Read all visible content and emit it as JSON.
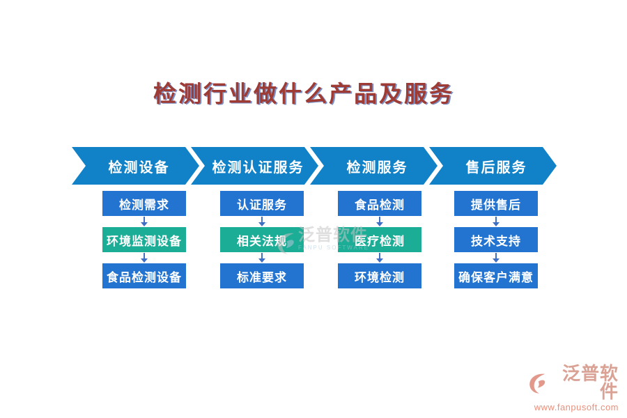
{
  "title": "检测行业做什么产品及服务",
  "flow": {
    "stages": [
      {
        "label": "检测设备",
        "items": [
          {
            "label": "检测需求",
            "accent": "blue"
          },
          {
            "label": "环境监测设备",
            "accent": "teal"
          },
          {
            "label": "食品检测设备",
            "accent": "blue"
          }
        ]
      },
      {
        "label": "检测认证服务",
        "items": [
          {
            "label": "认证服务",
            "accent": "blue"
          },
          {
            "label": "相关法规",
            "accent": "teal"
          },
          {
            "label": "标准要求",
            "accent": "blue"
          }
        ]
      },
      {
        "label": "检测服务",
        "items": [
          {
            "label": "食品检测",
            "accent": "blue"
          },
          {
            "label": "医疗检测",
            "accent": "teal"
          },
          {
            "label": "环境检测",
            "accent": "blue"
          }
        ]
      },
      {
        "label": "售后服务",
        "items": [
          {
            "label": "提供售后",
            "accent": "blue"
          },
          {
            "label": "技术支持",
            "accent": "blue"
          },
          {
            "label": "确保客户满意",
            "accent": "blue"
          }
        ]
      }
    ]
  },
  "watermark": {
    "name": "泛普软件",
    "subtext": "FANPU SOFTWARE"
  },
  "footer_logo": {
    "name": "泛普软件",
    "url": "www.fanpusoft.com"
  },
  "colors": {
    "banner_blue": "#1182c8",
    "box_blue": "#2374d0",
    "box_teal": "#1cad96",
    "arrow_blue": "#3e6fc4",
    "title_red": "#9e3b34",
    "watermark_gray": "#c6c6c6",
    "watermark_blue": "#aecade",
    "logo_salmon": "#d9a295",
    "url_salmon": "#e8907c"
  }
}
